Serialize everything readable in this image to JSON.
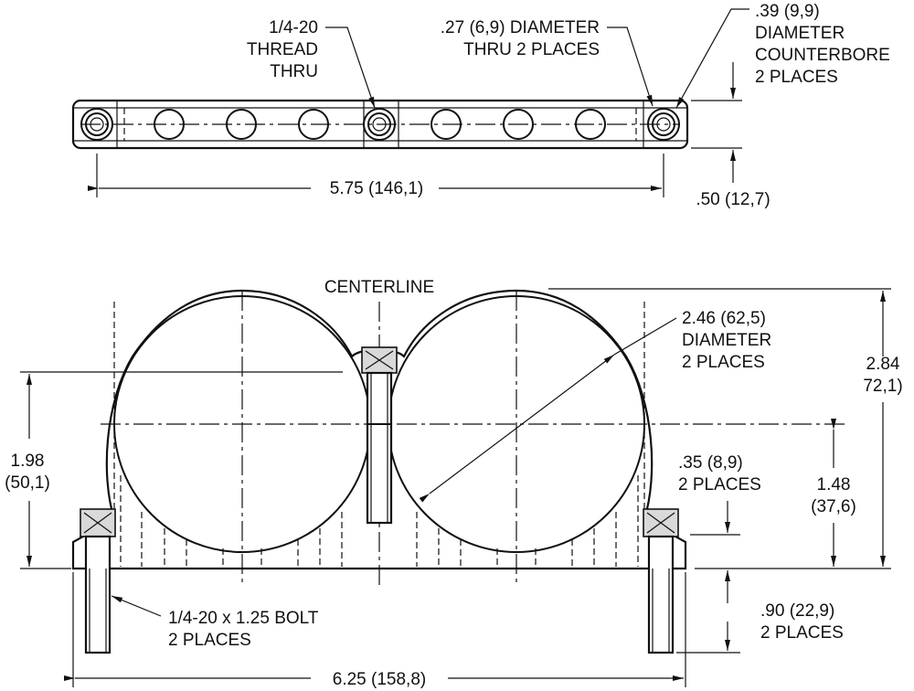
{
  "top_view": {
    "thread_note": [
      "1/4-20",
      "THREAD",
      "THRU"
    ],
    "hole_note": [
      ".27 (6,9) DIAMETER",
      "THRU 2 PLACES"
    ],
    "counterbore_note": [
      ".39 (9,9)",
      "DIAMETER",
      "COUNTERBORE",
      "2 PLACES"
    ],
    "length_dim": "5.75 (146,1)",
    "thickness_dim": ".50 (12,7)"
  },
  "front_view": {
    "centerline_label": "CENTERLINE",
    "bore_note": [
      "2.46 (62,5)",
      "DIAMETER",
      "2 PLACES"
    ],
    "overall_height_dim": [
      "2.84",
      "72,1)"
    ],
    "height_dim_left": [
      "1.98",
      "(50,1)"
    ],
    "height_dim_right": [
      "1.48",
      "(37,6)"
    ],
    "flange_dim": [
      ".35 (8,9)",
      "2 PLACES"
    ],
    "bolt_note": [
      "1/4-20 x 1.25 BOLT",
      "2 PLACES"
    ],
    "bolt_projection_dim": [
      ".90 (22,9)",
      "2 PLACES"
    ],
    "overall_width_dim": "6.25 (158,8)"
  }
}
